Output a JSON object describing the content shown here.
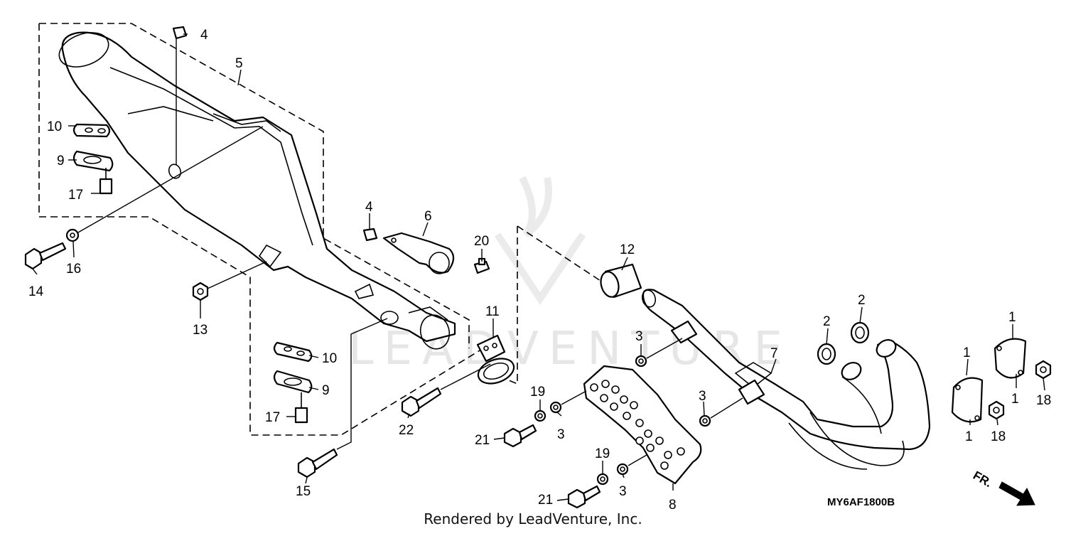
{
  "diagram_code": "MY6AF1800B",
  "footer": "Rendered by LeadVenture, Inc.",
  "watermark": "LEADVENTURE",
  "direction_label": "FR.",
  "callouts": {
    "c1a": "1",
    "c1b": "1",
    "c1c": "1",
    "c1d": "1",
    "c2a": "2",
    "c2b": "2",
    "c3a": "3",
    "c3b": "3",
    "c3c": "3",
    "c3d": "3",
    "c4a": "4",
    "c4b": "4",
    "c5": "5",
    "c6": "6",
    "c7": "7",
    "c8": "8",
    "c9a": "9",
    "c9b": "9",
    "c10a": "10",
    "c10b": "10",
    "c11": "11",
    "c12": "12",
    "c13": "13",
    "c14": "14",
    "c15": "15",
    "c16": "16",
    "c17a": "17",
    "c17b": "17",
    "c18a": "18",
    "c18b": "18",
    "c19a": "19",
    "c19b": "19",
    "c20": "20",
    "c21a": "21",
    "c21b": "21",
    "c22": "22"
  }
}
